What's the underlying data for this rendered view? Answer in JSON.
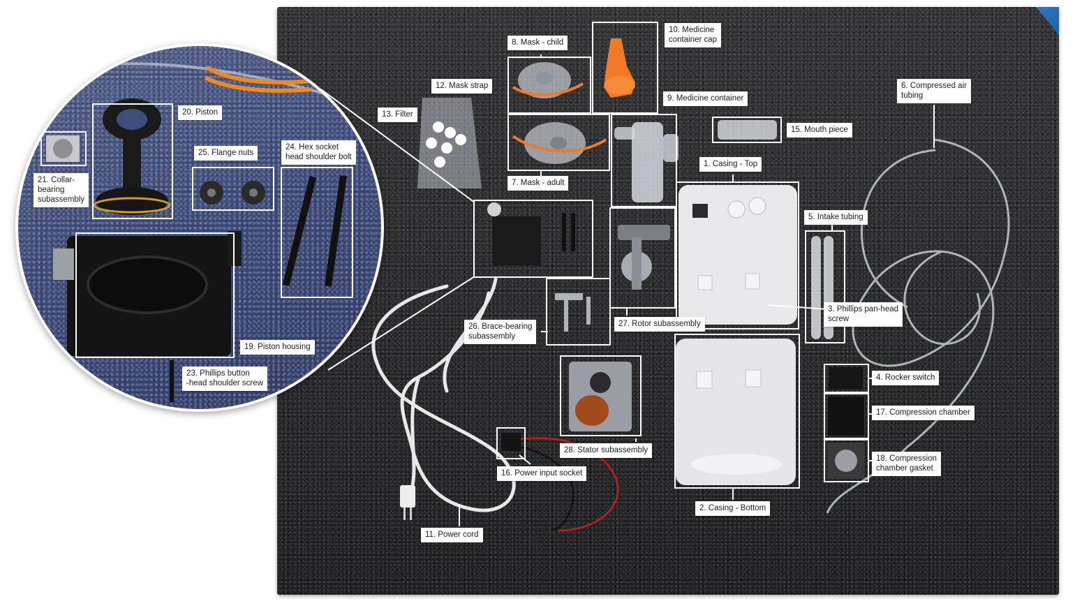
{
  "labels": {
    "l1": "1. Casing - Top",
    "l2": "2. Casing - Bottom",
    "l3": "3. Phillips pan-head\nscrew",
    "l4": "4. Rocker switch",
    "l5": "5. Intake tubing",
    "l6": "6. Compressed air\ntubing",
    "l7": "7. Mask - adult",
    "l8": "8. Mask - child",
    "l9": "9. Medicine container",
    "l10": "10. Medicine\ncontainer cap",
    "l11": "11. Power cord",
    "l12": "12. Mask strap",
    "l13": "13. Filter",
    "l15": "15. Mouth piece",
    "l16": "16. Power input socket",
    "l17": "17. Compression chamber",
    "l18": "18. Compression\nchamber gasket",
    "l19": "19. Piston housing",
    "l20": "20. Piston",
    "l21": "21. Collar-\nbearing\nsubassembly",
    "l23": "23. Phillips button\n-head shoulder screw",
    "l24": "24. Hex socket\nhead shoulder bolt",
    "l25": "25. Flange nuts",
    "l26": "26. Brace-bearing\nsubassembly",
    "l27": "27. Rotor subassembly",
    "l28": "28. Stator subassembly"
  },
  "colors": {
    "carpet": "#2b2b2d",
    "zoom_carpet": "#3d4e78",
    "label_bg": "#ffffff",
    "orange_part": "#f07a26",
    "white_part": "#e9e9ec",
    "black_part": "#1a1a1a"
  }
}
